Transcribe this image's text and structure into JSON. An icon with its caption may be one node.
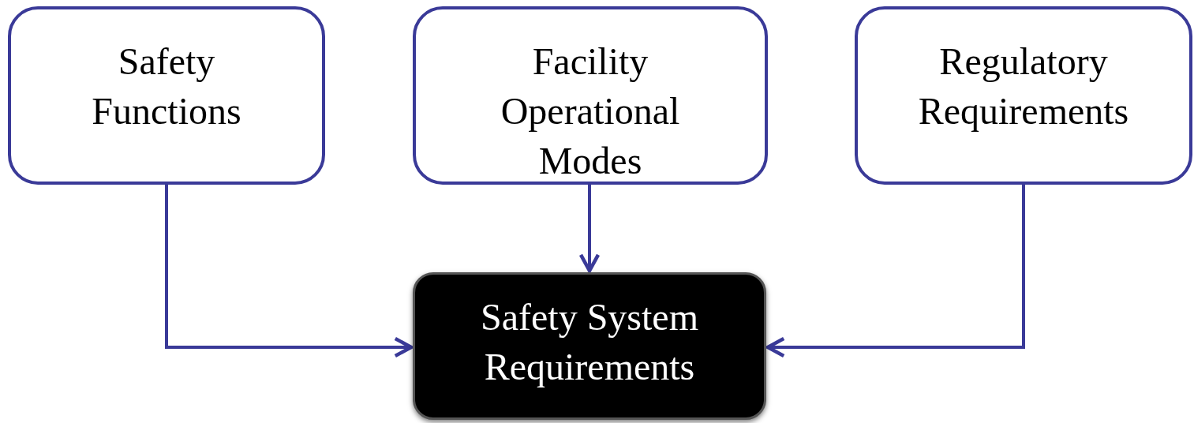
{
  "diagram": {
    "nodes": [
      {
        "text": [
          "Safety Functions"
        ]
      },
      {
        "text": [
          "Facility Operational Modes"
        ]
      },
      {
        "text": [
          "Regulatory Requirements"
        ]
      },
      {
        "text": [
          "Safety System Requirements"
        ]
      }
    ],
    "edges": [
      {
        "from": 0,
        "to": 3,
        "arrow": "to"
      },
      {
        "from": 1,
        "to": 3,
        "arrow": "to"
      },
      {
        "from": 2,
        "to": 3,
        "arrow": "to"
      }
    ]
  }
}
